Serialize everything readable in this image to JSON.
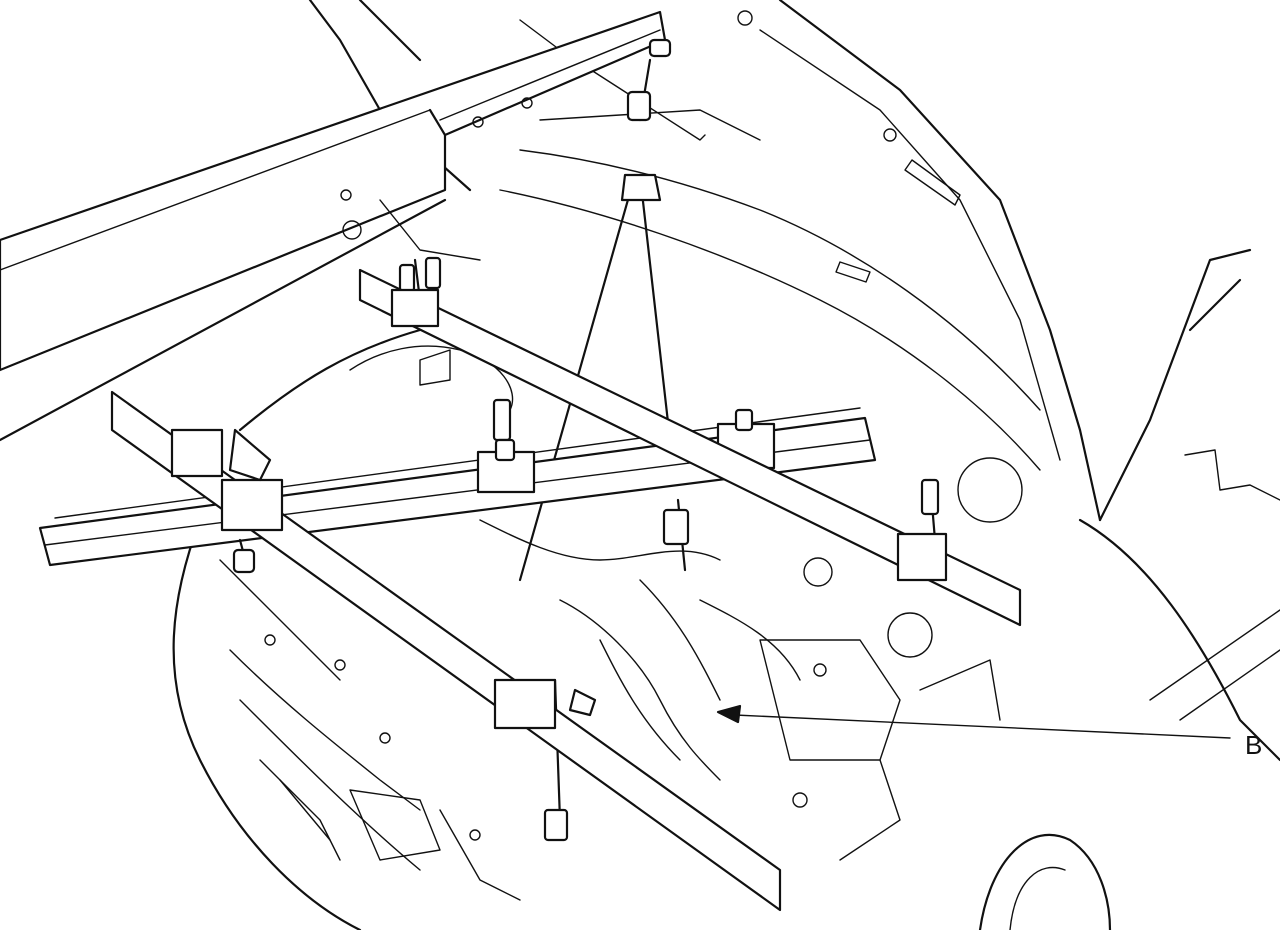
{
  "diagram": {
    "callouts": [
      {
        "id": "B",
        "label": "B"
      }
    ],
    "components": [
      {
        "name": "engine-support-beam"
      },
      {
        "name": "transverse-support-bar"
      },
      {
        "name": "longitudinal-support-bar"
      },
      {
        "name": "support-hook-rod"
      },
      {
        "name": "open-hood"
      },
      {
        "name": "engine-compartment"
      }
    ],
    "colors": {
      "line": "#111111",
      "background": "#ffffff"
    }
  }
}
